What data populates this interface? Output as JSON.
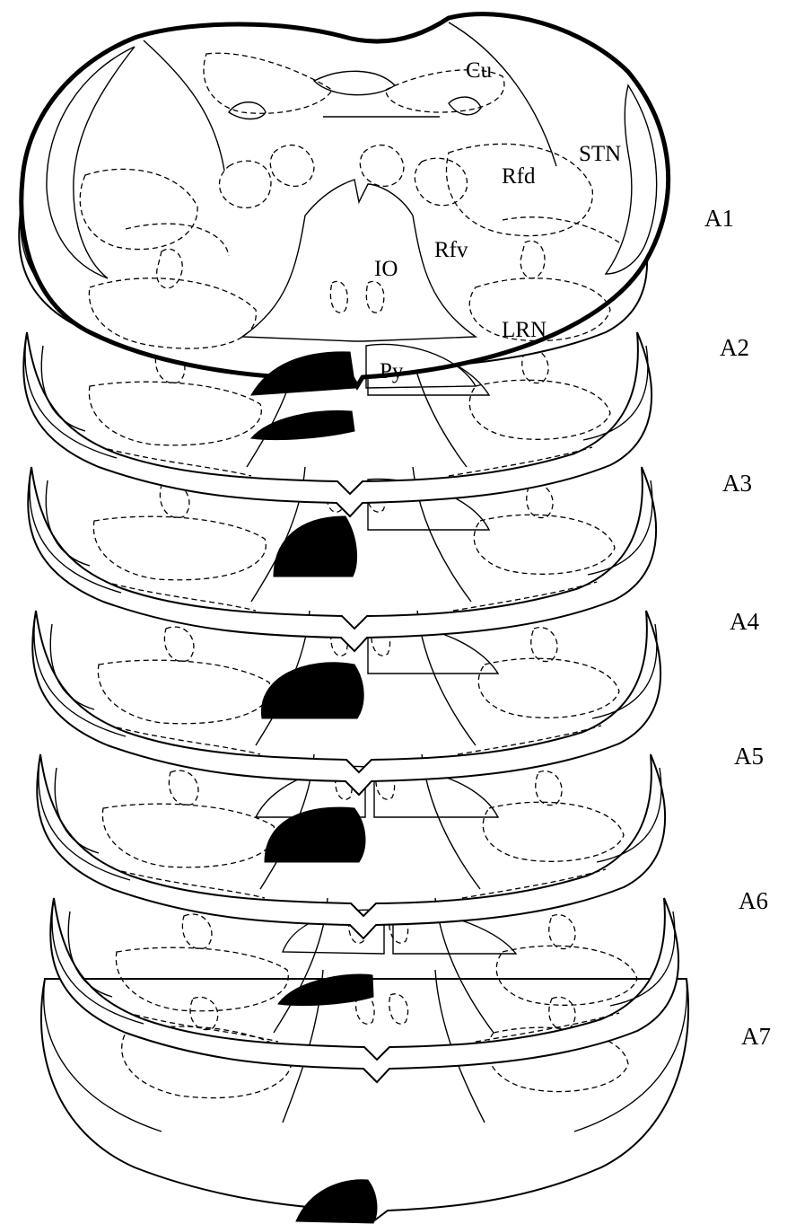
{
  "figure": {
    "structure_labels": {
      "cu": "Cu",
      "stn": "STN",
      "rfd": "Rfd",
      "rfv": "Rfv",
      "io": "IO",
      "lrn": "LRN",
      "py": "Py"
    },
    "levels": [
      "A1",
      "A2",
      "A3",
      "A4",
      "A5",
      "A6",
      "A7"
    ],
    "lesion_color": "#000000",
    "line_color": "#000000",
    "background": "#ffffff"
  }
}
